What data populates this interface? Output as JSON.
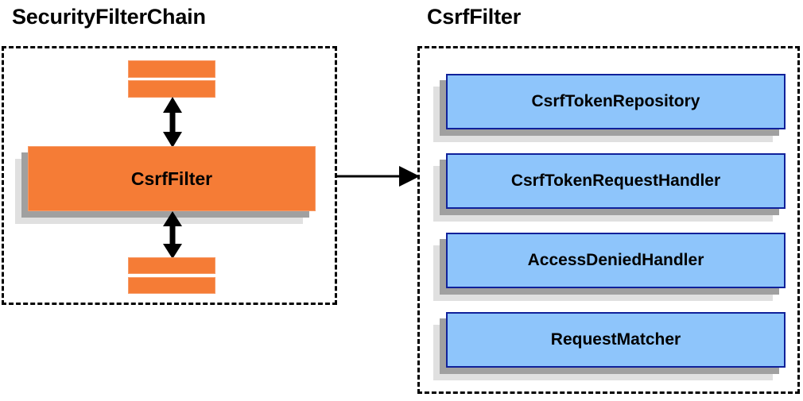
{
  "diagram": {
    "type": "architecture-block-diagram",
    "background_color": "#ffffff",
    "panels": [
      {
        "id": "security-filter-chain",
        "title": "SecurityFilterChain",
        "border_style": "dashed",
        "border_color": "#000000"
      },
      {
        "id": "csrf-filter",
        "title": "CsrfFilter",
        "border_style": "dashed",
        "border_color": "#000000"
      }
    ],
    "left_panel": {
      "title": "SecurityFilterChain",
      "top_bars": [
        {
          "label": "",
          "color": "#f57c36"
        },
        {
          "label": "",
          "color": "#f57c36"
        }
      ],
      "main_block": {
        "label": "CsrfFilter",
        "fill_color": "#f57c36",
        "border_color": "#f79a66",
        "shadow_colors": [
          "#a0a0a0",
          "#e0e0e0"
        ]
      },
      "bottom_bars": [
        {
          "label": "",
          "color": "#f57c36"
        },
        {
          "label": "",
          "color": "#f57c36"
        }
      ],
      "connectors": [
        {
          "name": "top-double-arrow",
          "direction": "bidirectional"
        },
        {
          "name": "bottom-double-arrow",
          "direction": "bidirectional"
        }
      ]
    },
    "right_panel": {
      "title": "CsrfFilter",
      "blocks": [
        {
          "label": "CsrfTokenRepository",
          "fill_color": "#8ec5fb",
          "border_color": "#10219a"
        },
        {
          "label": "CsrfTokenRequestHandler",
          "fill_color": "#8ec5fb",
          "border_color": "#10219a"
        },
        {
          "label": "AccessDeniedHandler",
          "fill_color": "#8ec5fb",
          "border_color": "#10219a"
        },
        {
          "label": "RequestMatcher",
          "fill_color": "#8ec5fb",
          "border_color": "#10219a"
        }
      ]
    },
    "cross_connector": {
      "name": "expand-arrow",
      "direction": "left-to-right",
      "from": "security-filter-chain",
      "to": "csrf-filter",
      "color": "#000000"
    }
  }
}
